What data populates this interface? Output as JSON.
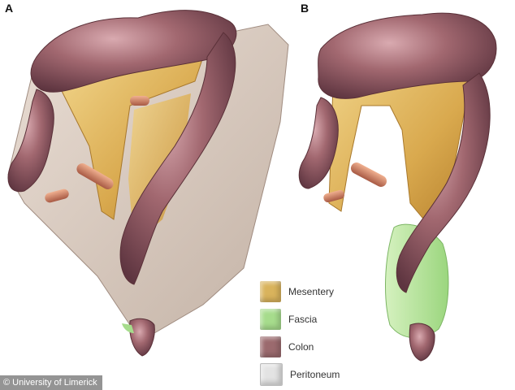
{
  "panels": [
    {
      "label": "A"
    },
    {
      "label": "B"
    }
  ],
  "legend": {
    "items": [
      {
        "label": "Mesentery",
        "color": "#d9b35c"
      },
      {
        "label": "Fascia",
        "color": "#a6dc8c"
      },
      {
        "label": "Colon",
        "color": "#9b6a6e"
      },
      {
        "label": "Peritoneum",
        "color": "#e3e3e3"
      }
    ]
  },
  "credit": {
    "text": "© University of Limerick"
  },
  "colors": {
    "colon": "#a06a70",
    "colon_dark": "#6e4048",
    "mesentery": "#e0b85a",
    "mesentery_dark": "#b98a3a",
    "peritoneum": "#cfc2b8",
    "fascia": "#b8e6a0",
    "vessel": "#d88a6c"
  }
}
